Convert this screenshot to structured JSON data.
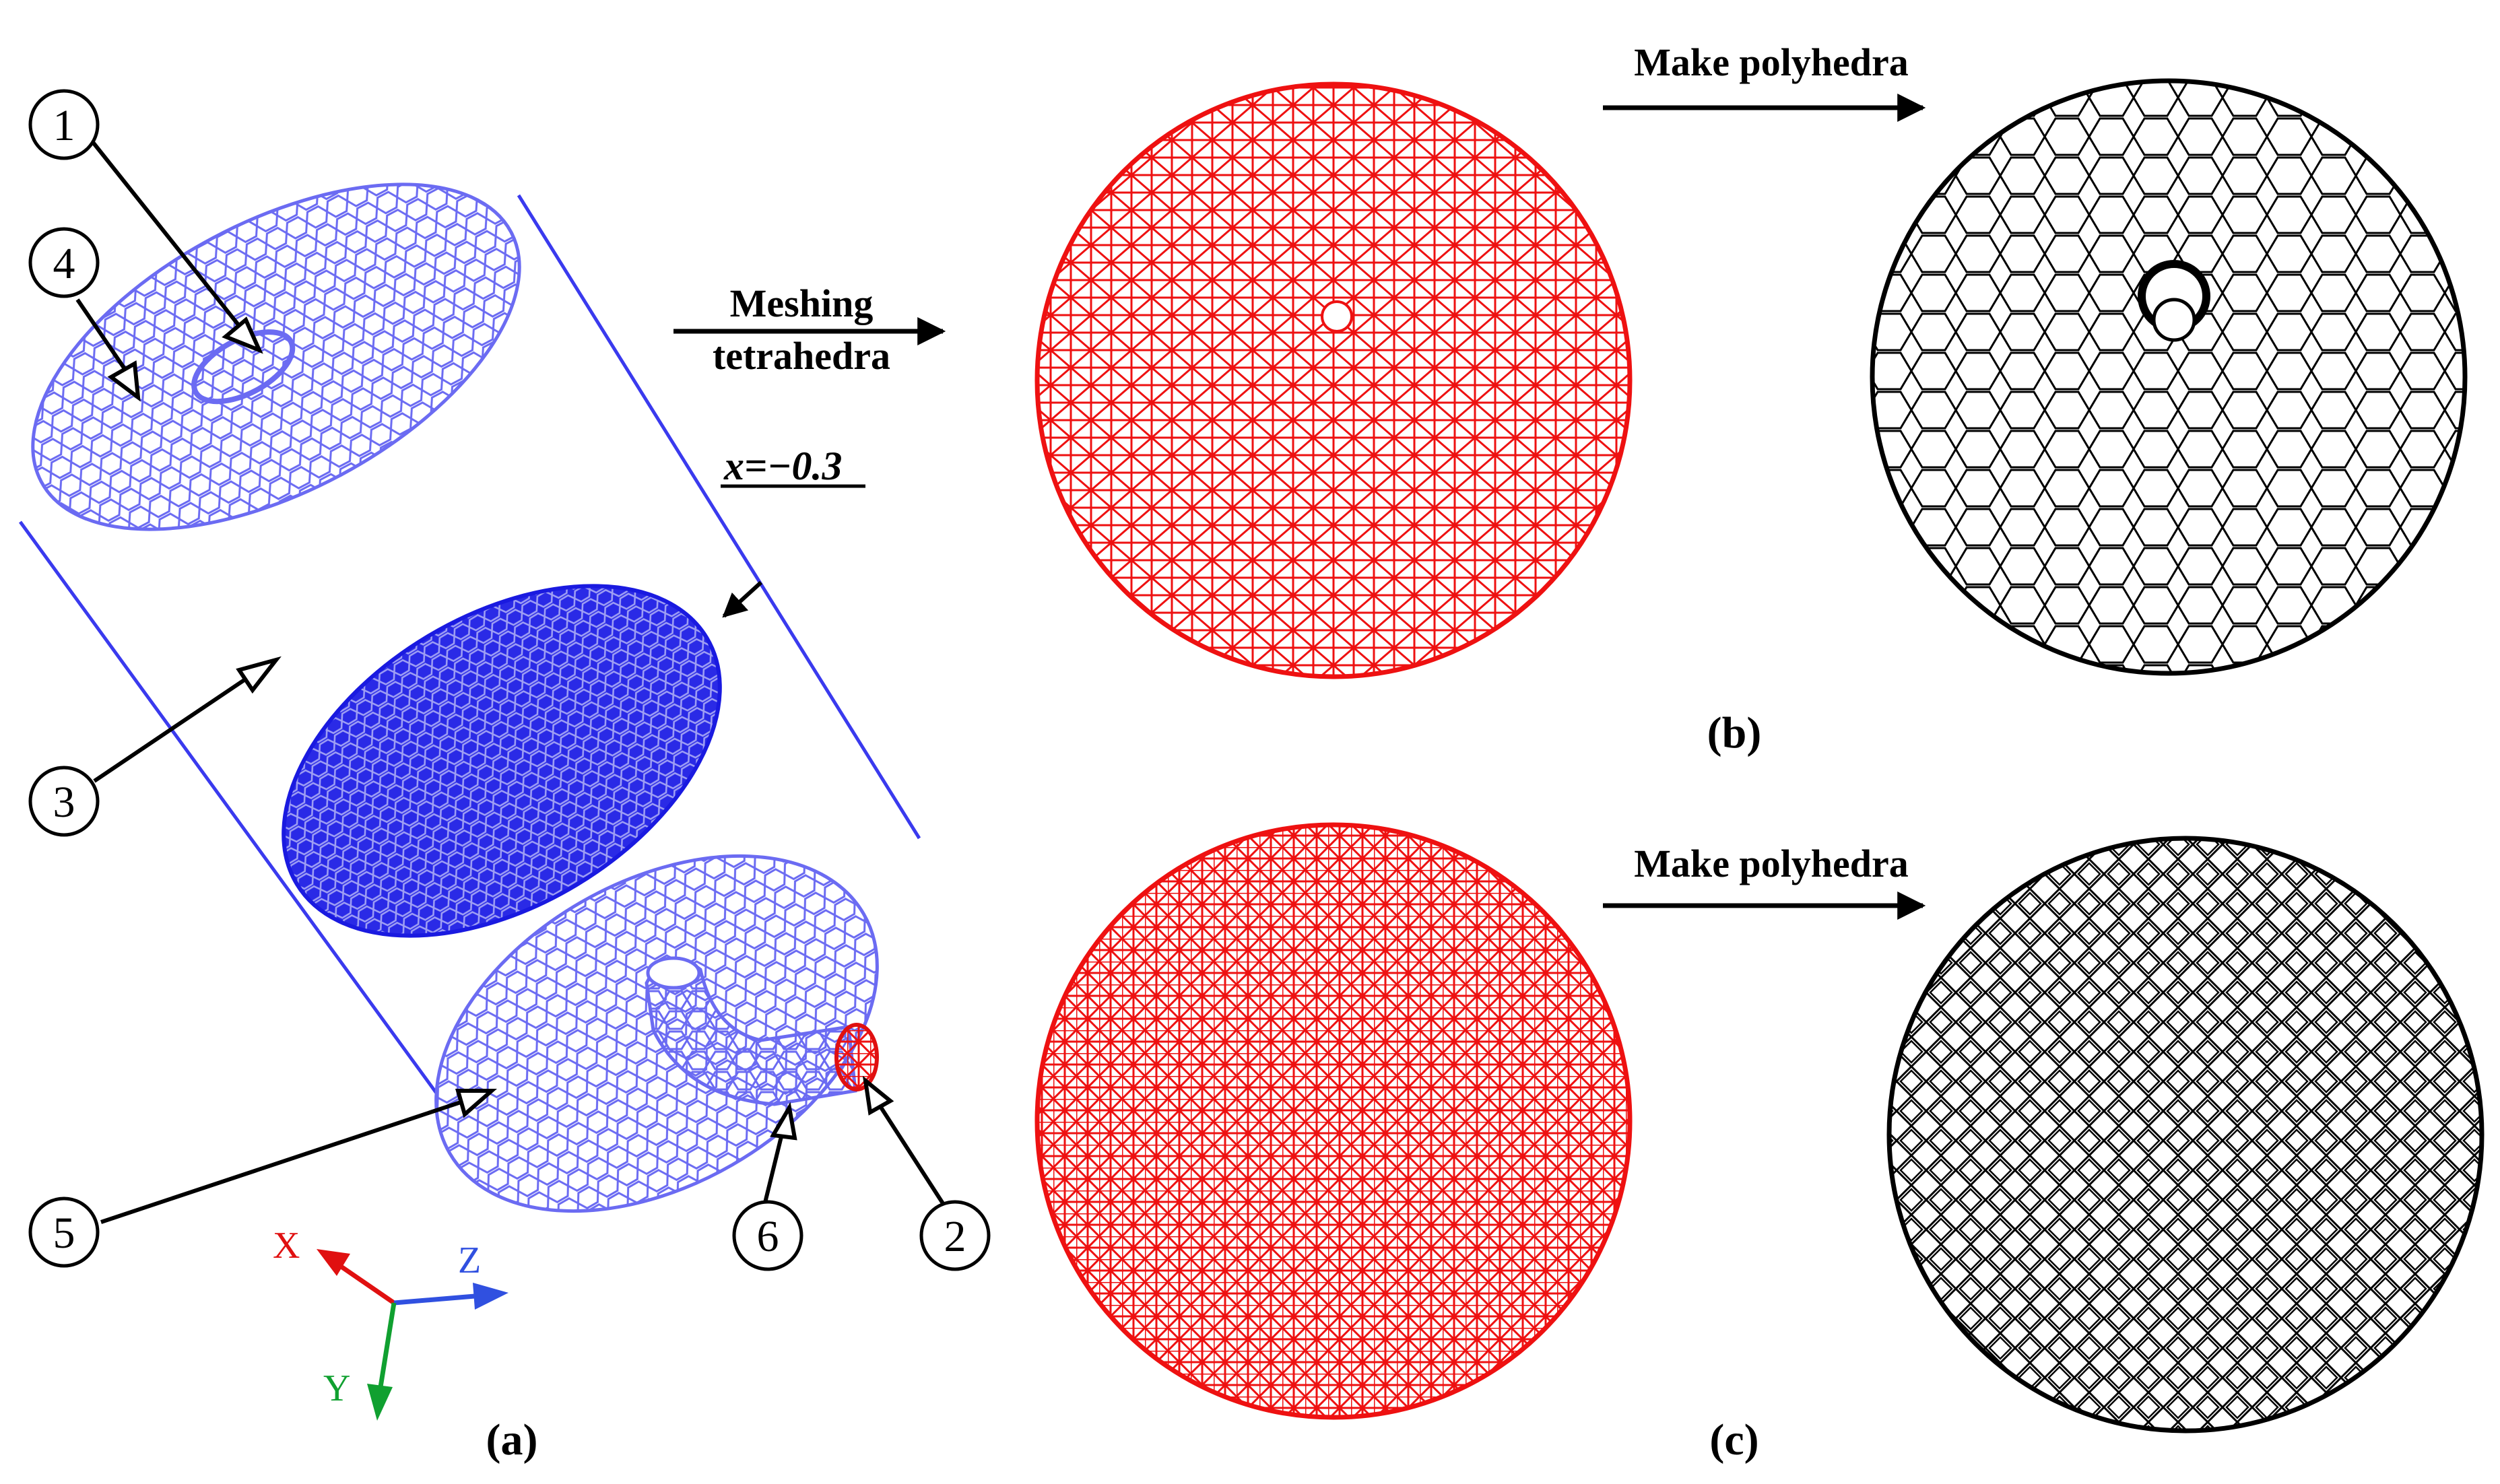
{
  "colors": {
    "mesh_light_blue": "#6b6bf2",
    "mesh_dark_blue": "#1a1ae0",
    "outlet_red": "#e01010",
    "tet_red": "#ee1111",
    "poly_black": "#000000",
    "axis_x": "#e01010",
    "axis_y": "#10a030",
    "axis_z": "#3050e0"
  },
  "panel_a": {
    "label": "(a)",
    "section_label": "x=−0.3",
    "callouts": [
      "1",
      "2",
      "3",
      "4",
      "5",
      "6"
    ],
    "axes": {
      "x": "X",
      "y": "Y",
      "z": "Z"
    }
  },
  "panel_b": {
    "label": "(b)",
    "meshing_line1": "Meshing",
    "meshing_line2": "tetrahedra",
    "polyhedra_label": "Make polyhedra"
  },
  "panel_c": {
    "label": "(c)",
    "polyhedra_label": "Make polyhedra"
  },
  "icons": {
    "arrow": "right-arrow-icon",
    "axis_triad": "coordinate-axes-icon"
  }
}
